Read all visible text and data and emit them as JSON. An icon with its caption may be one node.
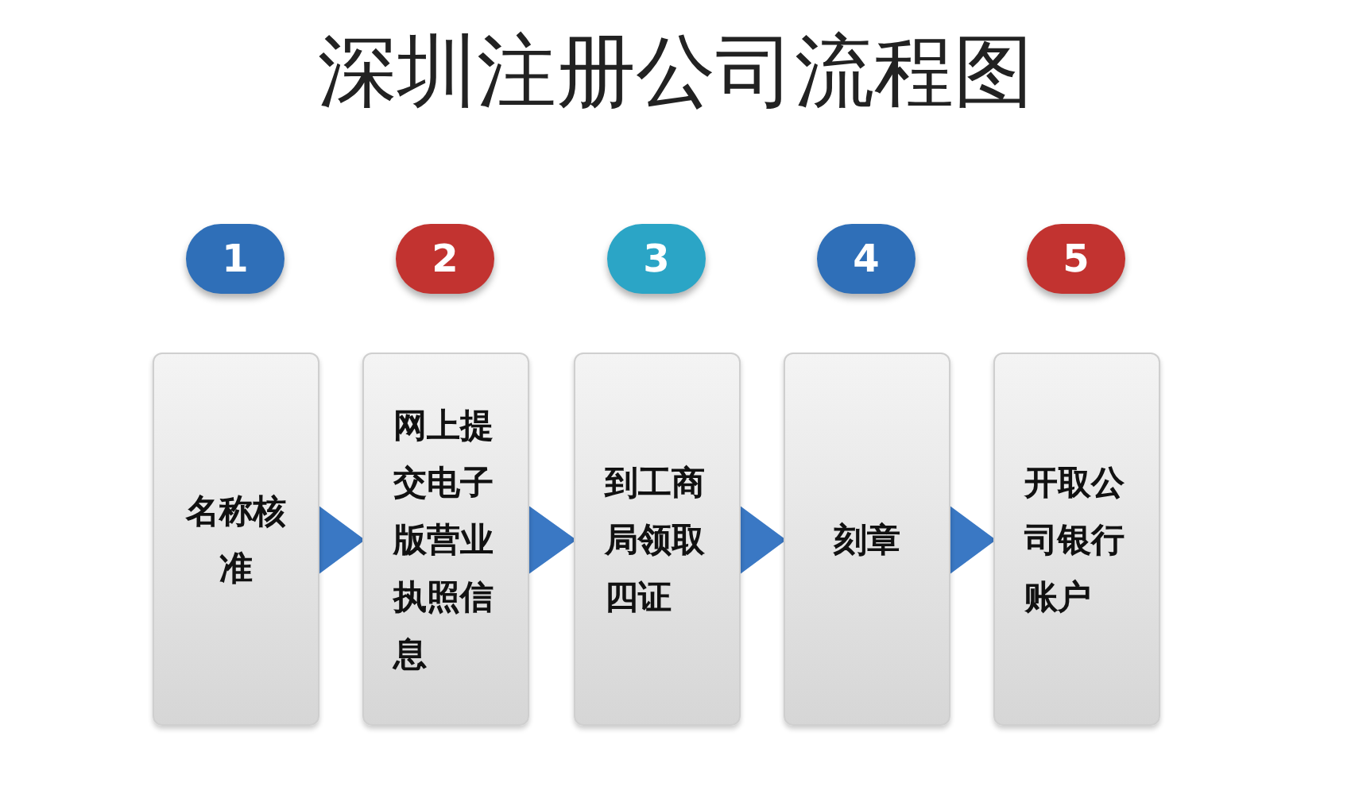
{
  "diagram": {
    "title": "深圳注册公司流程图",
    "nodes": [
      {
        "text": [
          "1"
        ]
      },
      {
        "text": [
          "2"
        ]
      },
      {
        "text": [
          "3"
        ]
      },
      {
        "text": [
          "4"
        ]
      },
      {
        "text": [
          "5"
        ]
      },
      {
        "text": [
          "名称核准"
        ]
      },
      {
        "text": [
          "网上提交电子版营业执照信息"
        ]
      },
      {
        "text": [
          "到工商局领取四证"
        ]
      },
      {
        "text": [
          "刻章"
        ]
      },
      {
        "text": [
          "开取公司银行账户"
        ]
      }
    ],
    "edges": [
      {
        "from": 5,
        "to": 6,
        "arrow": "to"
      },
      {
        "from": 6,
        "to": 7,
        "arrow": "to"
      },
      {
        "from": 7,
        "to": 8,
        "arrow": "to"
      },
      {
        "from": 8,
        "to": 9,
        "arrow": "to"
      }
    ]
  }
}
